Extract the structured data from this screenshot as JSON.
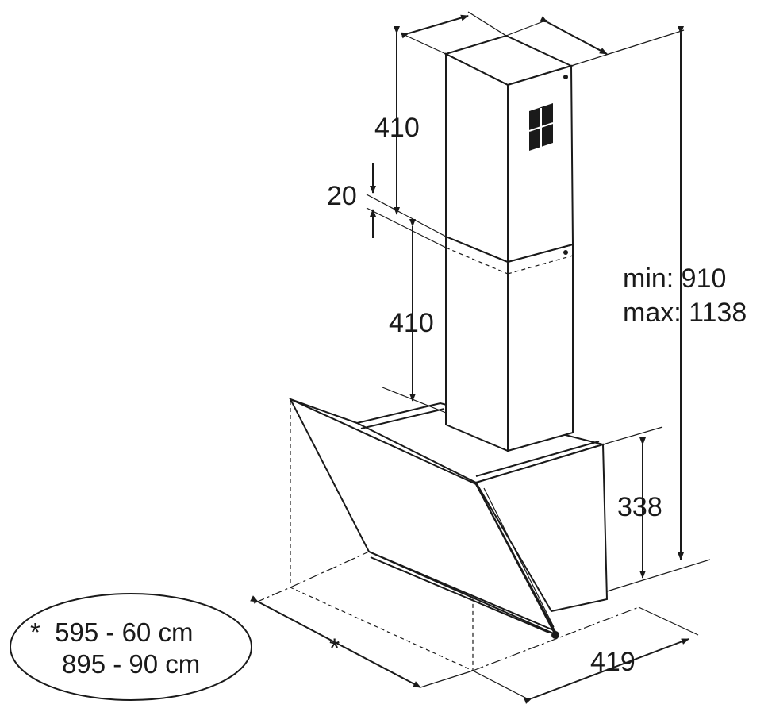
{
  "dimensions": {
    "upper_chimney": "410",
    "overlap": "20",
    "lower_chimney": "410",
    "total_min": "min: 910",
    "total_max": "max: 1138",
    "body_height": "338",
    "depth": "419",
    "width_marker": "*"
  },
  "width_note": {
    "line1": "*  595 - 60 cm",
    "line2": "895 - 90 cm"
  }
}
